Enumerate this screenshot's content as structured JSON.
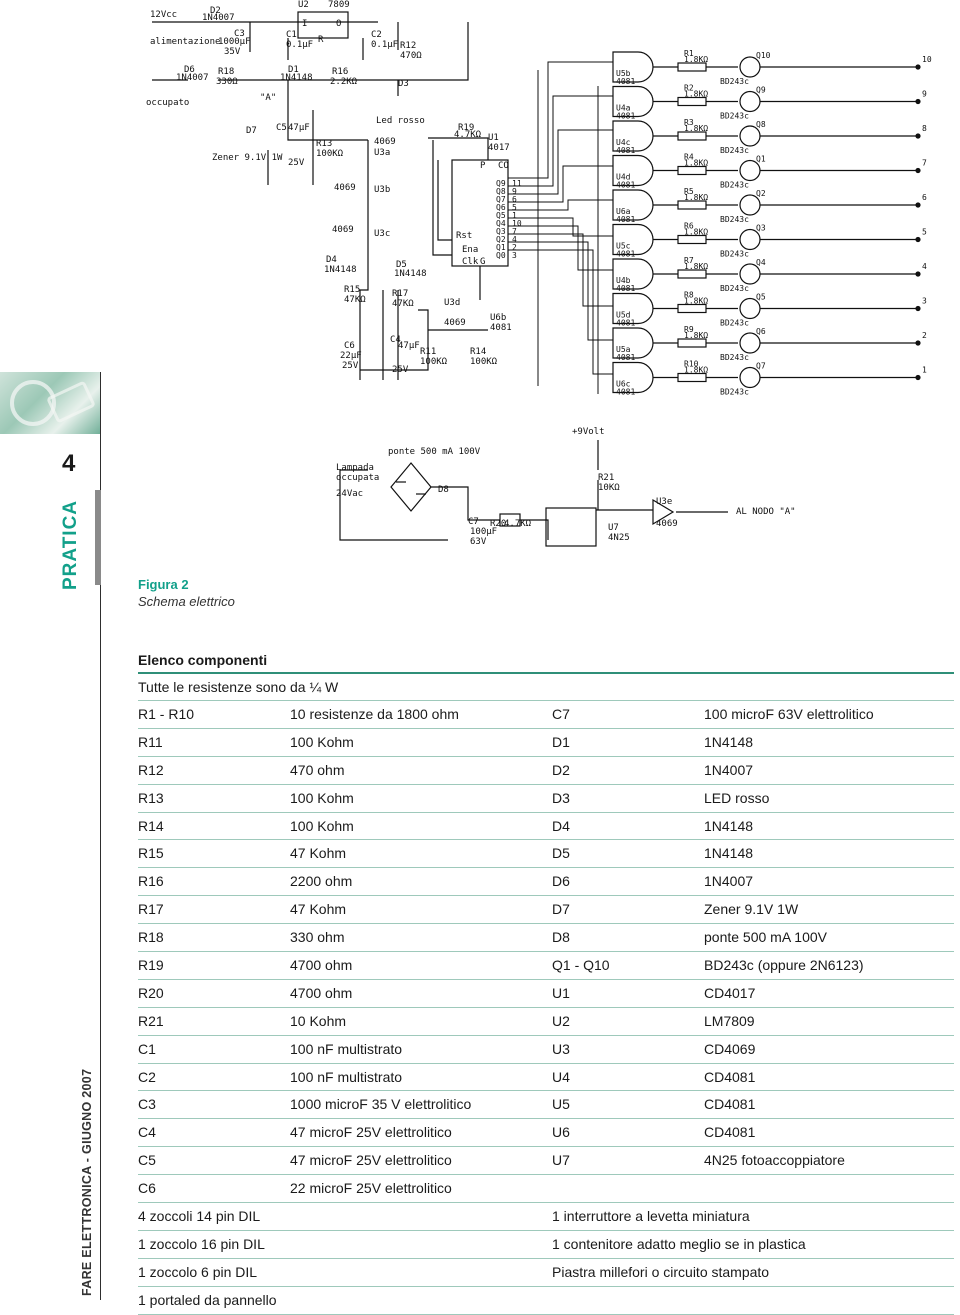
{
  "page": {
    "number": "4",
    "section": "PRATICA",
    "footer": "FARE ELETTRONICA - GIUGNO 2007"
  },
  "figure": {
    "title": "Figura 2",
    "subtitle": "Schema elettrico"
  },
  "schematic": {
    "labels": {
      "vcc": "12Vcc",
      "alimentazione": "alimentazione",
      "occupato": "occupato",
      "node_a_top": "\"A\"",
      "u2": "U2",
      "u2_part": "7809",
      "u2_in": "I",
      "u2_gnd": "R",
      "u2_out": "O",
      "c1": "C1",
      "c1_val": "0.1µF",
      "c2": "C2",
      "c2_val": "0.1µF",
      "c3": "C3",
      "c3_val1": "1000µF",
      "c3_val2": "35V",
      "d2": "D2",
      "d2_val": "1N4007",
      "d6": "D6",
      "d6_val": "1N4007",
      "r18": "R18",
      "r18_val": "330Ω",
      "d1": "D1",
      "d1_val": "1N4148",
      "r16": "R16",
      "r16_val": "2.2KΩ",
      "r12": "R12",
      "r12_val": "470Ω",
      "d3": "D3",
      "led_rosso": "Led rosso",
      "d7": "D7",
      "zener": "Zener 9.1V 1W",
      "c5": "C5",
      "c5_val": "47µF",
      "c5_v": "25V",
      "r13": "R13",
      "r13_val": "100KΩ",
      "ic4069": "4069",
      "u3a": "U3a",
      "u3b": "U3b",
      "u3c": "U3c",
      "u3d": "U3d",
      "u3e": "U3e",
      "u6b": "U6b",
      "u6b_part": "4081",
      "d4": "D4",
      "d4_val": "1N4148",
      "d5": "D5",
      "d5_val": "1N4148",
      "r15": "R15",
      "r15_val": "47KΩ",
      "r17": "R17",
      "r17_val": "47KΩ",
      "c6": "C6",
      "c6_val": "22µF",
      "c6_v": "25V",
      "c4": "C4",
      "c4_val": "47µF",
      "c4_v": "25V",
      "r11": "R11",
      "r11_val": "100KΩ",
      "r14": "R14",
      "r14_val": "100KΩ",
      "r19": "R19",
      "r19_val": "4.7KΩ",
      "u1": "U1",
      "u1_part": "4017",
      "rst": "Rst",
      "ena": "Ena",
      "clk": "Clk",
      "pin_p": "P",
      "pin_co": "CO",
      "pin_g": "G",
      "q_pins": [
        "Q9",
        "Q8",
        "Q7",
        "Q6",
        "Q5",
        "Q4",
        "Q3",
        "Q2",
        "Q1",
        "Q0"
      ],
      "q_pin_nums": [
        "11",
        "9",
        "6",
        "5",
        "1",
        "10",
        "7",
        "4",
        "2",
        "3"
      ],
      "plus9": "+9Volt",
      "r21": "R21",
      "r21_val": "10KΩ",
      "u7": "U7",
      "u7_val": "4N25",
      "al_nodo": "AL  NODO \"A\"",
      "bridge": "ponte 500 mA 100V",
      "lampada1": "Lampada",
      "lampada2": "occupata",
      "v24": "24Vac",
      "d8": "D8",
      "c7": "C7",
      "c7_val": "100µF",
      "c7_v": "63V",
      "r20": "R20",
      "r20_val": "4.7KΩ"
    },
    "gates": [
      {
        "name": "U5b",
        "part": "4081"
      },
      {
        "name": "U4a",
        "part": "4081"
      },
      {
        "name": "U4c",
        "part": "4081"
      },
      {
        "name": "U4d",
        "part": "4081"
      },
      {
        "name": "U6a",
        "part": "4081"
      },
      {
        "name": "U5c",
        "part": "4081"
      },
      {
        "name": "U4b",
        "part": "4081"
      },
      {
        "name": "U5d",
        "part": "4081"
      },
      {
        "name": "U5a",
        "part": "4081"
      },
      {
        "name": "U6c",
        "part": "4081"
      }
    ],
    "resistors": [
      {
        "name": "R1",
        "val": "1.8KΩ"
      },
      {
        "name": "R2",
        "val": "1.8KΩ"
      },
      {
        "name": "R3",
        "val": "1.8KΩ"
      },
      {
        "name": "R4",
        "val": "1.8KΩ"
      },
      {
        "name": "R5",
        "val": "1.8KΩ"
      },
      {
        "name": "R6",
        "val": "1.8KΩ"
      },
      {
        "name": "R7",
        "val": "1.8KΩ"
      },
      {
        "name": "R8",
        "val": "1.8KΩ"
      },
      {
        "name": "R9",
        "val": "1.8KΩ"
      },
      {
        "name": "R10",
        "val": "1.8KΩ"
      }
    ],
    "transistors": [
      {
        "name": "Q10",
        "part": "BD243c"
      },
      {
        "name": "Q9",
        "part": "BD243c"
      },
      {
        "name": "Q8",
        "part": "BD243c"
      },
      {
        "name": "Q1",
        "part": "BD243c"
      },
      {
        "name": "Q2",
        "part": "BD243c"
      },
      {
        "name": "Q3",
        "part": "BD243c"
      },
      {
        "name": "Q4",
        "part": "BD243c"
      },
      {
        "name": "Q5",
        "part": "BD243c"
      },
      {
        "name": "Q6",
        "part": "BD243c"
      },
      {
        "name": "Q7",
        "part": "BD243c"
      }
    ],
    "outputs": [
      "10",
      "9",
      "8",
      "7",
      "6",
      "5",
      "4",
      "3",
      "2",
      "1"
    ]
  },
  "components": {
    "title": "Elenco componenti",
    "note": "Tutte le resistenze sono da ¼ W",
    "rows": [
      [
        "R1 - R10",
        "10 resistenze da 1800 ohm",
        "C7",
        "100 microF 63V elettrolitico"
      ],
      [
        "R11",
        "100 Kohm",
        "D1",
        "1N4148"
      ],
      [
        "R12",
        "470 ohm",
        "D2",
        "1N4007"
      ],
      [
        "R13",
        "100 Kohm",
        "D3",
        "LED rosso"
      ],
      [
        "R14",
        "100 Kohm",
        "D4",
        "1N4148"
      ],
      [
        "R15",
        "47 Kohm",
        "D5",
        "1N4148"
      ],
      [
        "R16",
        "2200 ohm",
        "D6",
        "1N4007"
      ],
      [
        "R17",
        "47 Kohm",
        "D7",
        "Zener 9.1V 1W"
      ],
      [
        "R18",
        "330 ohm",
        "D8",
        "ponte 500 mA 100V"
      ],
      [
        "R19",
        "4700 ohm",
        "Q1 - Q10",
        "BD243c (oppure 2N6123)"
      ],
      [
        "R20",
        "4700 ohm",
        "U1",
        "CD4017"
      ],
      [
        "R21",
        "10 Kohm",
        "U2",
        "LM7809"
      ],
      [
        "C1",
        "100 nF multistrato",
        "U3",
        "CD4069"
      ],
      [
        "C2",
        "100 nF multistrato",
        "U4",
        "CD4081"
      ],
      [
        "C3",
        "1000 microF 35 V elettrolitico",
        "U5",
        "CD4081"
      ],
      [
        "C4",
        "47 microF 25V elettrolitico",
        "U6",
        "CD4081"
      ],
      [
        "C5",
        "47 microF 25V elettrolitico",
        "U7",
        "4N25 fotoaccoppiatore"
      ],
      [
        "C6",
        "22 microF 25V elettrolitico",
        "",
        ""
      ],
      [
        "4 zoccoli 14 pin DIL",
        "",
        "1 interruttore a levetta miniatura",
        ""
      ],
      [
        "1 zoccolo 16 pin DIL",
        "",
        "1 contenitore adatto meglio se in plastica",
        ""
      ],
      [
        "1 zoccolo 6 pin DIL",
        "",
        "Piastra millefori o circuito stampato",
        ""
      ],
      [
        "1 portaled da pannello",
        "",
        "",
        ""
      ]
    ]
  }
}
